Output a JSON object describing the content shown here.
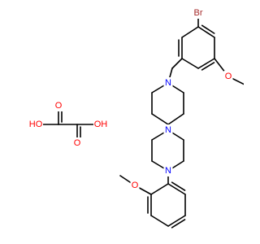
{
  "colors": {
    "bond": "#000000",
    "O": "#ff0000",
    "N": "#0000ff",
    "Br": "#a52a2a",
    "C": "#000000"
  },
  "atoms": [
    {
      "id": "br",
      "label": "Br",
      "element": "Br"
    },
    {
      "id": "o_top",
      "label": "O",
      "element": "O"
    },
    {
      "id": "n1",
      "label": "N",
      "element": "N"
    },
    {
      "id": "n2",
      "label": "N",
      "element": "N"
    },
    {
      "id": "n3",
      "label": "N",
      "element": "N"
    },
    {
      "id": "o_bot",
      "label": "O",
      "element": "O"
    },
    {
      "id": "ox_o1",
      "label": "O",
      "element": "O"
    },
    {
      "id": "ox_o2",
      "label": "O",
      "element": "O"
    },
    {
      "id": "ox_oh1",
      "label": "HO",
      "element": "O"
    },
    {
      "id": "ox_oh2",
      "label": "OH",
      "element": "O"
    }
  ]
}
